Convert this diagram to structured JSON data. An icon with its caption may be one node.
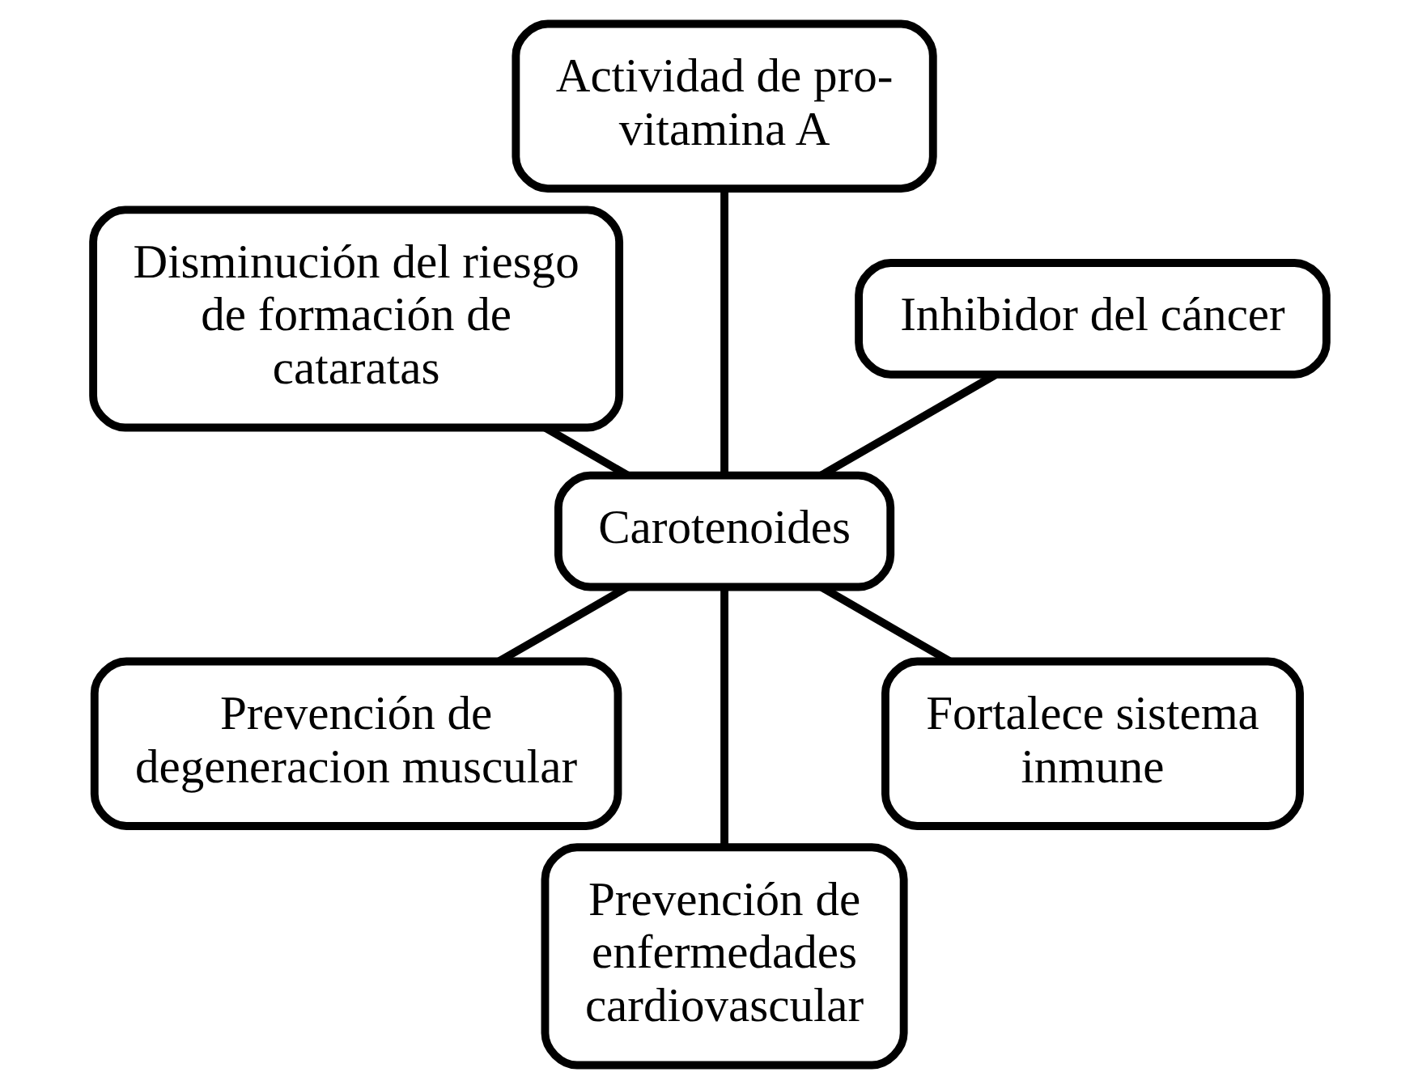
{
  "diagram": {
    "nodes": [
      {
        "text": [
          "Inhibidor del cáncer"
        ]
      },
      {
        "text": [
          "Actividad de pro-vitamina A"
        ]
      },
      {
        "text": [
          "Disminución del riesgo de formación de cataratas"
        ]
      },
      {
        "text": [
          "Carotenoides"
        ]
      },
      {
        "text": [
          "Prevención de degeneracion muscular"
        ]
      },
      {
        "text": [
          "Prevención de enfermedades cardiovascular"
        ]
      },
      {
        "text": [
          "Fortalece sistema inmune"
        ]
      }
    ],
    "edges": [
      {
        "from": 3,
        "to": 0,
        "arrow": "none"
      },
      {
        "from": 3,
        "to": 1,
        "arrow": "none"
      },
      {
        "from": 3,
        "to": 2,
        "arrow": "none"
      },
      {
        "from": 3,
        "to": 4,
        "arrow": "none"
      },
      {
        "from": 3,
        "to": 5,
        "arrow": "none"
      },
      {
        "from": 3,
        "to": 6,
        "arrow": "none"
      }
    ]
  }
}
